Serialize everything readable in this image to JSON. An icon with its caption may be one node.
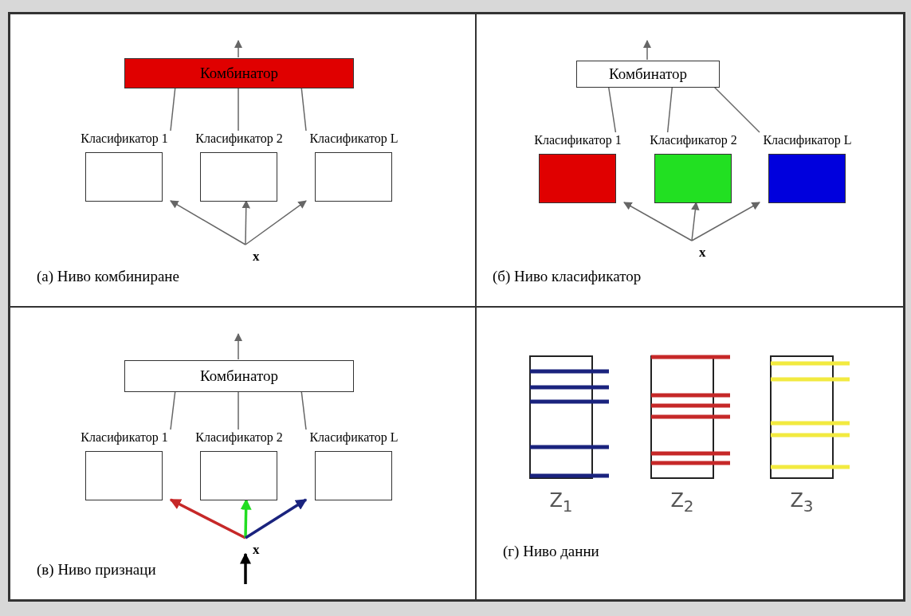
{
  "diagram": {
    "nodes": [
      {
        "text": [
          "(а) Ниво комбиниране"
        ]
      },
      {
        "text": [
          "Комбинатор"
        ],
        "in": 0
      },
      {
        "text": [
          "Класификатор 1"
        ],
        "in": 0
      },
      {
        "text": [
          "Класификатор 2"
        ],
        "in": 0
      },
      {
        "text": [
          "Класификатор L"
        ],
        "in": 0
      },
      {
        "text": [
          "x"
        ],
        "in": 0
      },
      {
        "text": [
          "(б) Ниво класификатор"
        ]
      },
      {
        "text": [
          "Комбинатор"
        ],
        "in": 6
      },
      {
        "text": [
          "Класификатор 1"
        ],
        "in": 6
      },
      {
        "text": [
          "Класификатор 2"
        ],
        "in": 6
      },
      {
        "text": [
          "Класификатор L"
        ],
        "in": 6
      },
      {
        "text": [
          "x"
        ],
        "in": 6
      },
      {
        "text": [
          "(в) Ниво признаци"
        ]
      },
      {
        "text": [
          "Комбинатор"
        ],
        "in": 12
      },
      {
        "text": [
          "Класификатор 1"
        ],
        "in": 12
      },
      {
        "text": [
          "Класификатор 2"
        ],
        "in": 12
      },
      {
        "text": [
          "Класификатор L"
        ],
        "in": 12
      },
      {
        "text": [
          "x"
        ],
        "in": 12
      },
      {
        "text": [
          "(г) Ниво данни"
        ]
      },
      {
        "text": [
          "Z$_{1}$"
        ],
        "in": 18
      },
      {
        "text": [
          "Z$_{2}$"
        ],
        "in": 18
      },
      {
        "text": [
          "Z$_{3}$"
        ],
        "in": 18
      }
    ],
    "edges": [
      {
        "from": 5,
        "to": 2,
        "arrow": "to"
      },
      {
        "from": 5,
        "to": 3,
        "arrow": "to"
      },
      {
        "from": 5,
        "to": 4,
        "arrow": "to"
      },
      {
        "from": 2,
        "to": 1,
        "arrow": "none"
      },
      {
        "from": 3,
        "to": 1,
        "arrow": "none"
      },
      {
        "from": 4,
        "to": 1,
        "arrow": "none"
      },
      {
        "from": 1,
        "to": null,
        "arrow": "to"
      },
      {
        "from": 11,
        "to": 8,
        "arrow": "to"
      },
      {
        "from": 11,
        "to": 9,
        "arrow": "to"
      },
      {
        "from": 11,
        "to": 10,
        "arrow": "to"
      },
      {
        "from": 8,
        "to": 7,
        "arrow": "none"
      },
      {
        "from": 9,
        "to": 7,
        "arrow": "none"
      },
      {
        "from": 10,
        "to": 7,
        "arrow": "none"
      },
      {
        "from": 7,
        "to": null,
        "arrow": "to"
      },
      {
        "from": 17,
        "to": 14,
        "arrow": "to",
        "style": "thick",
        "color": "#c62828"
      },
      {
        "from": 17,
        "to": 15,
        "arrow": "to",
        "style": "thick",
        "color": "#22dd22"
      },
      {
        "from": 17,
        "to": 16,
        "arrow": "to",
        "style": "thick",
        "color": "#1a237e"
      },
      {
        "from": 14,
        "to": 13,
        "arrow": "none"
      },
      {
        "from": 15,
        "to": 13,
        "arrow": "none"
      },
      {
        "from": 16,
        "to": 13,
        "arrow": "none"
      },
      {
        "from": 13,
        "to": null,
        "arrow": "to"
      },
      {
        "from": null,
        "to": 17,
        "arrow": "to",
        "style": "thick",
        "color": "#000000"
      }
    ]
  }
}
